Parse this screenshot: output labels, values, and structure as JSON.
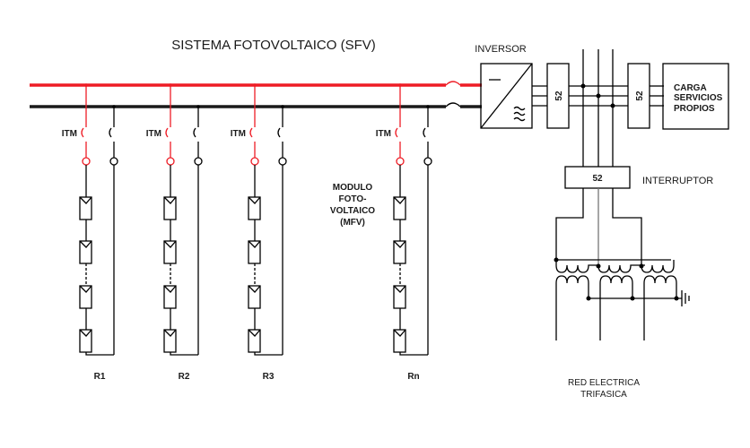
{
  "title": "SISTEMA FOTOVOLTAICO (SFV)",
  "colors": {
    "positive_bus": "#ee1c25",
    "negative_bus": "#1a1a1a",
    "line": "#000000"
  },
  "labels": {
    "inverter": "INVERSOR",
    "breaker_code": "52",
    "interrupter": "INTERRUPTOR",
    "load": [
      "CARGA",
      "SERVICIOS",
      "PROPIOS"
    ],
    "module": [
      "MODULO",
      "FOTO-",
      "VOLTAICO",
      "(MFV)"
    ],
    "grid": [
      "RED ELECTRICA",
      "TRIFASICA"
    ],
    "itm": "ITM",
    "inverter_dc_symbol": "—",
    "inverter_ac_symbol": "≈"
  },
  "strings": [
    {
      "name": "R1",
      "itm": "ITM"
    },
    {
      "name": "R2",
      "itm": "ITM"
    },
    {
      "name": "R3",
      "itm": "ITM"
    },
    {
      "name": "Rn",
      "itm": "ITM"
    }
  ]
}
